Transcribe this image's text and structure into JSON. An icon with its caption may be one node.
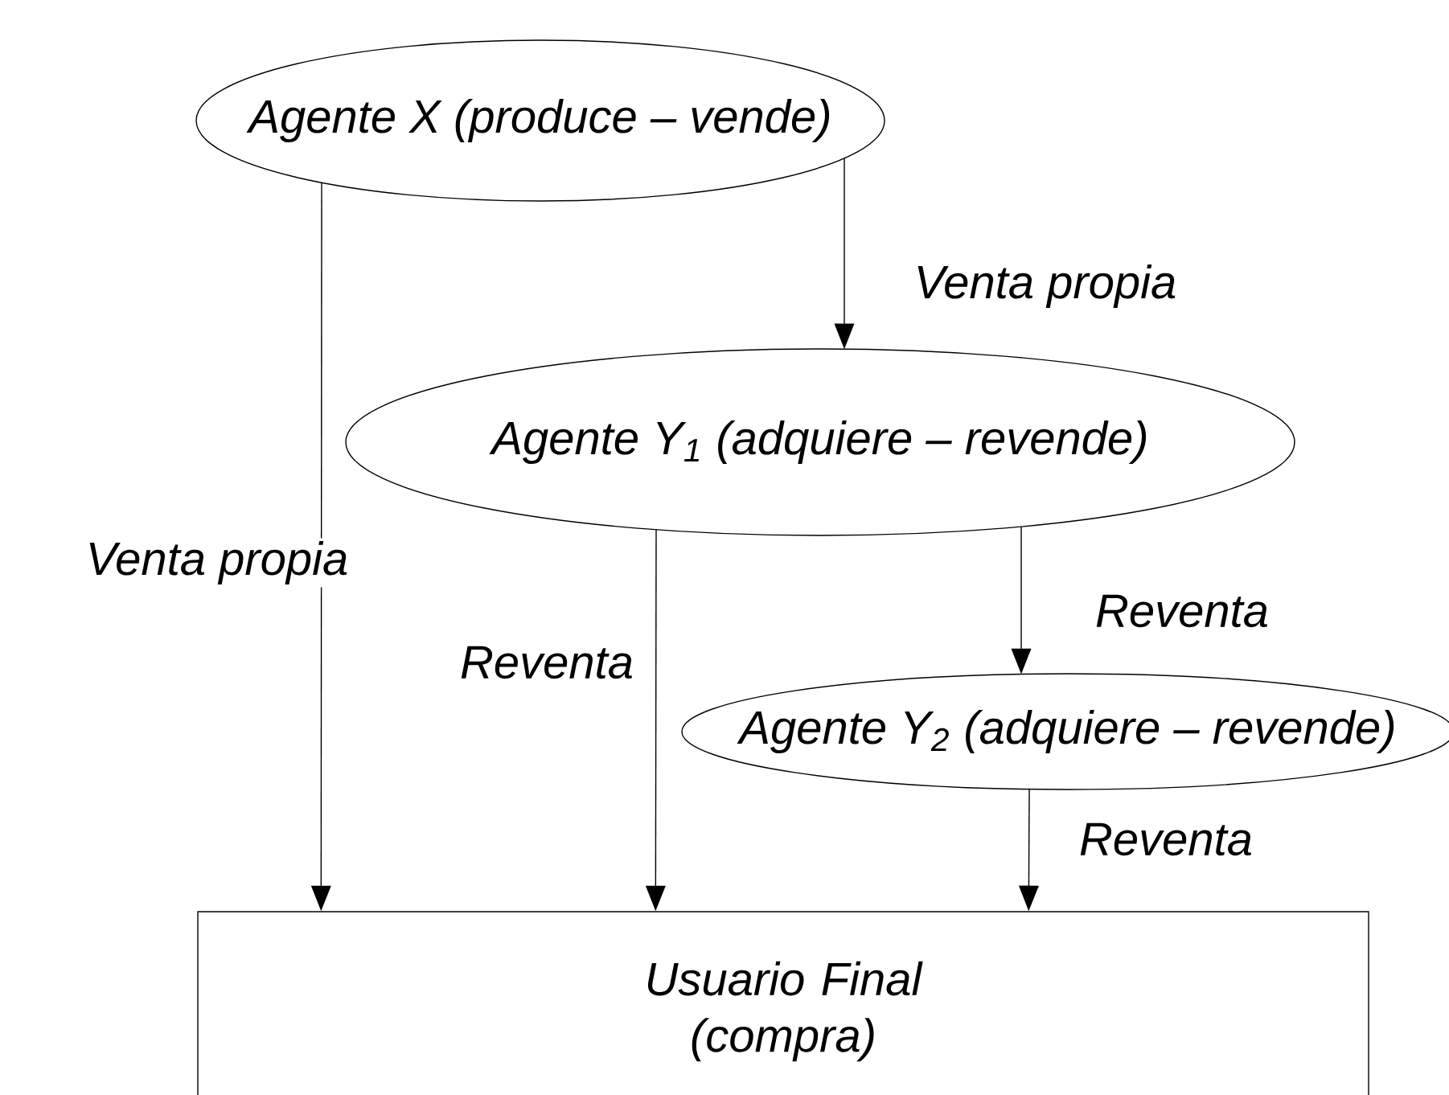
{
  "diagram": {
    "nodes": [
      {
        "text": [
          "Agente X (produce – vende)"
        ]
      },
      {
        "text": [
          "Agente Y$_{1}$ (adquiere – revende)"
        ]
      },
      {
        "text": [
          "Agente Y$_{2}$ (adquiere – revende)"
        ]
      },
      {
        "text": [
          "Usuario Final (compra)"
        ]
      }
    ],
    "edges": [
      {
        "from": 0,
        "to": 3,
        "arrow": "to",
        "label": "Venta propia"
      },
      {
        "from": 0,
        "to": 1,
        "arrow": "to",
        "label": "Venta propia"
      },
      {
        "from": 1,
        "to": 3,
        "arrow": "to",
        "label": "Reventa"
      },
      {
        "from": 1,
        "to": 2,
        "arrow": "to",
        "label": "Reventa"
      },
      {
        "from": 2,
        "to": 3,
        "arrow": "to",
        "label": "Reventa"
      }
    ]
  }
}
